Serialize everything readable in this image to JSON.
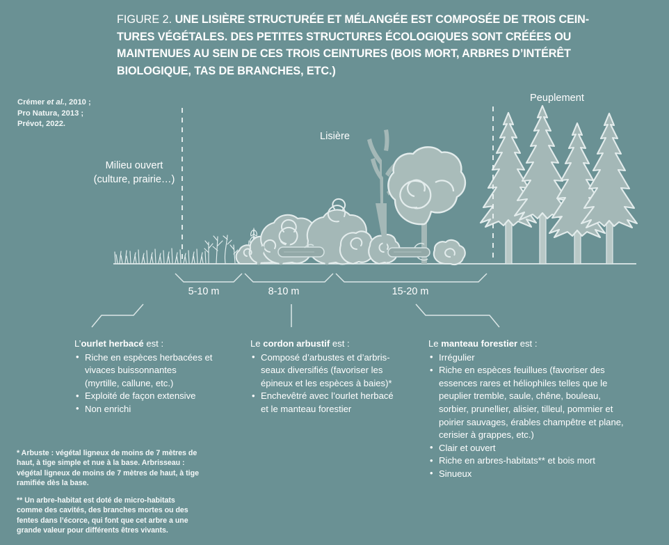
{
  "figure": {
    "label": "FIGURE 2.",
    "title_lines": [
      "UNE LISIÈRE STRUCTURÉE ET MÉLANGÉE EST COMPOSÉE DE TROIS CEIN-",
      "TURES VÉGÉTALES. DES PETITES STRUCTURES ÉCOLOGIQUES SONT CRÉÉES OU",
      "MAINTENUES AU SEIN DE CES TROIS CEINTURES (BOIS MORT, ARBRES D’INTÉRÊT",
      "BIOLOGIQUE, TAS DE BRANCHES, ETC.)"
    ]
  },
  "citation": {
    "line1_pre": "Crémer ",
    "line1_ital": "et al.",
    "line1_post": ", 2010 ;",
    "line2": "Pro Natura, 2013 ;",
    "line3": "Prévot, 2022."
  },
  "scene_labels": {
    "milieu_line1": "Milieu ouvert",
    "milieu_line2": "(culture, prairie…)",
    "lisiere": "Lisière",
    "peuplement": "Peuplement"
  },
  "measurements": [
    {
      "id": "ourlet",
      "value": "5-10 m"
    },
    {
      "id": "cordon",
      "value": "8-10 m"
    },
    {
      "id": "manteau",
      "value": "15-20 m"
    }
  ],
  "columns": [
    {
      "head_pre": "L’",
      "head_bold": "ourlet herbacé",
      "head_post": " est :",
      "items": [
        "Riche en espèces herbacées et vivaces buissonnantes (myrtille, calune, etc.)",
        "Exploité de façon extensive",
        "Non enrichi"
      ],
      "items_wrapped": [
        [
          "Riche en espèces herbacées et",
          "vivaces buissonnantes",
          "(myrtille, callune, etc.)"
        ],
        [
          "Exploité de façon extensive"
        ],
        [
          "Non enrichi"
        ]
      ]
    },
    {
      "head_pre": "Le ",
      "head_bold": "cordon arbustif",
      "head_post": " est :",
      "items_wrapped": [
        [
          "Composé d’arbustes et d’arbris-",
          "seaux diversifiés (favoriser les",
          "épineux et les espèces à baies)*"
        ],
        [
          "Enchevêtré avec l’ourlet herbacé",
          "et le manteau forestier"
        ]
      ]
    },
    {
      "head_pre": "Le ",
      "head_bold": "manteau forestier",
      "head_post": " est :",
      "items_wrapped": [
        [
          "Irrégulier"
        ],
        [
          "Riche en espèces feuillues (favoriser des",
          "essences rares et héliophiles telles que le",
          "peuplier tremble, saule, chêne, bouleau,",
          "sorbier, prunellier, alisier, tilleul, pommier et",
          "poirier sauvages, érables champêtre et plane,",
          "cerisier à grappes, etc.)"
        ],
        [
          "Clair et ouvert"
        ],
        [
          "Riche en arbres-habitats** et bois mort"
        ],
        [
          "Sinueux"
        ]
      ]
    }
  ],
  "footnotes": {
    "note1": "* Arbuste : végétal ligneux de moins de 7 mètres de haut, à tige simple et nue à la base. Arbrisseau : végétal ligneux de moins de 7 mètres de haut, à tige ramifiée dès la base.",
    "note2": "** Un arbre-habitat est doté de micro-habitats comme des cavités, des branches mortes ou des fentes dans l’écorce, qui font que cet arbre a une grande valeur pour différents êtres vivants."
  },
  "colors": {
    "background": "#6a9194",
    "text": "#ffffff",
    "vegetation_fill": "#a9bcba",
    "vegetation_fill_dark": "#93a9a8",
    "outline": "#e3ecec",
    "rule": "#d7e3e3"
  },
  "icon_names": [
    "grass-tuft-icon",
    "wildflower-icon",
    "shrub-cluster-icon",
    "deciduous-tree-icon",
    "dead-standing-tree-icon",
    "conifer-tree-icon",
    "dead-log-icon",
    "branch-pile-icon"
  ]
}
